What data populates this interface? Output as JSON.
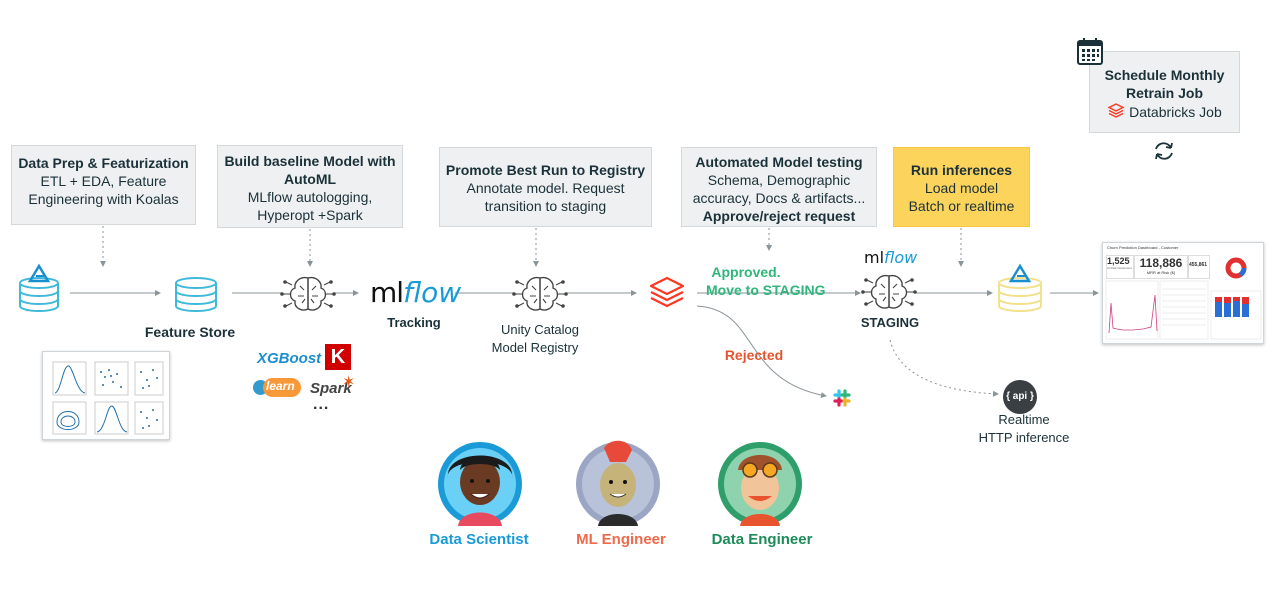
{
  "boxes": {
    "data_prep": {
      "title": "Data Prep & Featurization",
      "line1": "ETL + EDA, Feature",
      "line2": "Engineering with Koalas"
    },
    "baseline": {
      "title1": "Build baseline Model with",
      "title2": "AutoML",
      "line1": "MLflow autologging,",
      "line2": "Hyperopt +Spark"
    },
    "promote": {
      "title": "Promote Best Run to Registry",
      "line1": "Annotate model. Request",
      "line2": "transition to staging"
    },
    "testing": {
      "title": "Automated Model testing",
      "line1": "Schema, Demographic",
      "line2": "accuracy, Docs & artifacts...",
      "line3": "Approve/reject request"
    },
    "inference": {
      "title": "Run inferences",
      "line1": "Load model",
      "line2": "Batch or realtime"
    },
    "schedule": {
      "title1": "Schedule Monthly",
      "title2": "Retrain Job",
      "line1": "Databricks Job"
    }
  },
  "labels": {
    "feature_store": "Feature Store",
    "tracking": "Tracking",
    "registry1": "Unity Catalog",
    "registry2": "Model Registry",
    "approved1": "Approved.",
    "approved2": "Move to STAGING",
    "rejected": "Rejected",
    "staging": "STAGING",
    "realtime1": "Realtime",
    "realtime2": "HTTP inference",
    "api": "{ api }",
    "mlflow_ml": "ml",
    "mlflow_flow": "flow",
    "xgboost": "XGBoost",
    "keras": "K",
    "sklearn": "learn",
    "spark": "Spark",
    "ellipsis": "..."
  },
  "personas": [
    {
      "name": "Data Scientist",
      "color": "#1a9bd7"
    },
    {
      "name": "ML Engineer",
      "color": "#ee6a4a"
    },
    {
      "name": "Data Engineer",
      "color": "#1e8c5a"
    }
  ],
  "dashboard": {
    "title": "Churn Prediction Dashboard - Customer",
    "kpi1": "1,525",
    "kpi1_label": "At Risk Customers",
    "kpi2": "118,886",
    "kpi2_label": "MRR at Risk ($)",
    "kpi3": "455,861"
  },
  "colors": {
    "teal": "#1a9bd7",
    "green": "#2fb67b",
    "red": "#e5542e",
    "yellow_box": "#fcd45c",
    "db_red": "#ff3621"
  }
}
